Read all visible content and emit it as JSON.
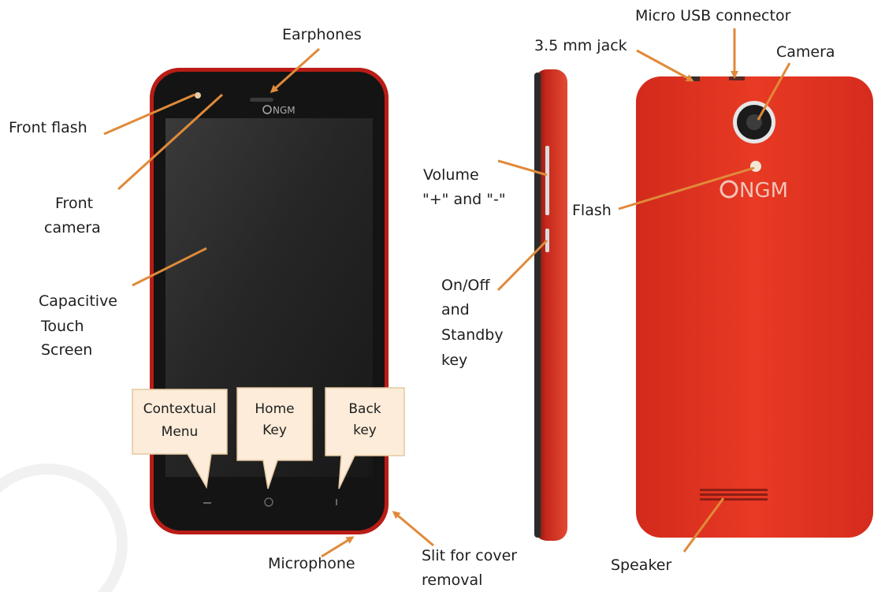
{
  "colors": {
    "body_red": "#e4321f",
    "bezel_red": "#c8221a",
    "screen": "#1c1c1c",
    "arrow": "#e08a3a",
    "callout_fill": "#fcecd9"
  },
  "brand": "NGM",
  "labels": {
    "earphones": "Earphones",
    "front_flash": "Front flash",
    "front_camera": [
      "Front",
      "camera"
    ],
    "capacitive": [
      "Capacitive",
      "Touch",
      "Screen"
    ],
    "volume": [
      "Volume",
      "\"+\" and \"-\""
    ],
    "on_off": [
      "On/Off",
      "and",
      "Standby",
      "key"
    ],
    "microphone": "Microphone",
    "slit": [
      "Slit for cover",
      "removal"
    ],
    "micro_usb": "Micro USB connector",
    "jack": "3.5 mm jack",
    "camera": "Camera",
    "flash": "Flash",
    "speaker": "Speaker"
  },
  "callouts": {
    "contextual": [
      "Contextual",
      "Menu"
    ],
    "home": [
      "Home",
      "Key"
    ],
    "back": [
      "Back",
      "key"
    ]
  }
}
